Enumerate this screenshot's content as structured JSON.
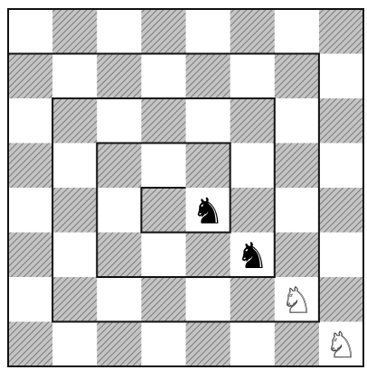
{
  "board": {
    "files": 8,
    "ranks": 8,
    "light_color": "#ffffff",
    "dark_color": "#bdbdbd",
    "hatch_color": "#8a8a8a",
    "border_color": "#111111"
  },
  "spiral_path": [
    [
      0,
      1
    ],
    [
      7,
      1
    ],
    [
      7,
      7
    ],
    [
      1,
      7
    ],
    [
      1,
      2
    ],
    [
      6,
      2
    ],
    [
      6,
      6
    ],
    [
      2,
      6
    ],
    [
      2,
      3
    ],
    [
      5,
      3
    ],
    [
      5,
      5
    ],
    [
      3,
      5
    ],
    [
      3,
      4
    ],
    [
      4,
      4
    ]
  ],
  "pieces": [
    {
      "name": "black-knight-1",
      "glyph": "♞",
      "color": "black",
      "file": 4,
      "rank": 4
    },
    {
      "name": "black-knight-2",
      "glyph": "♞",
      "color": "black",
      "file": 5,
      "rank": 5
    },
    {
      "name": "white-knight-1",
      "glyph": "♘",
      "color": "white",
      "file": 6,
      "rank": 6
    },
    {
      "name": "white-knight-2",
      "glyph": "♘",
      "color": "white",
      "file": 7,
      "rank": 7
    }
  ]
}
